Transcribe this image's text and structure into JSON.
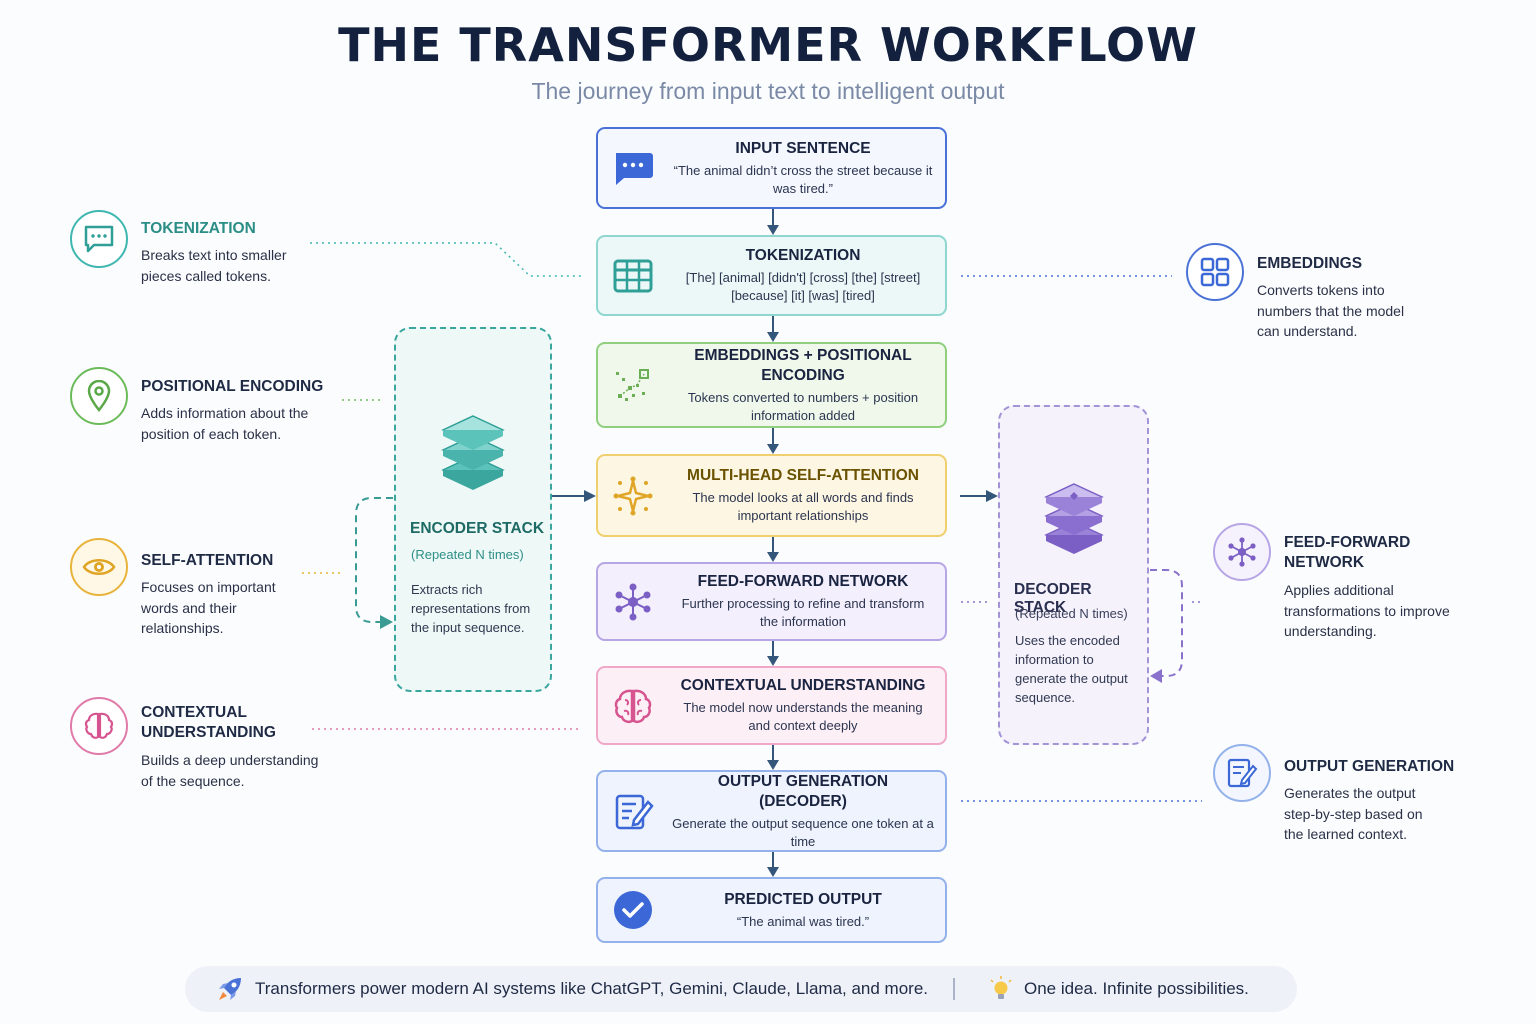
{
  "header": {
    "title": "THE TRANSFORMER WORKFLOW",
    "subtitle": "The journey from input text to intelligent output"
  },
  "colors": {
    "blue": "#4a72d6",
    "teal": "#3fb7b0",
    "green": "#6cbb5a",
    "yellow": "#e8b33a",
    "purple": "#8a72cc",
    "pink": "#e07aa8",
    "navy": "#13213f"
  },
  "steps": [
    {
      "title": "INPUT SENTENCE",
      "desc": "“The animal didn’t cross the street because it was tired.”",
      "icon": "chat-bubble-icon"
    },
    {
      "title": "TOKENIZATION",
      "desc": "[The] [animal] [didn't] [cross] [the] [street] [because] [it] [was] [tired]",
      "icon": "table-grid-icon"
    },
    {
      "title": "EMBEDDINGS + POSITIONAL ENCODING",
      "desc": "Tokens converted to numbers + position information added",
      "icon": "scatter-points-icon"
    },
    {
      "title": "MULTI-HEAD SELF-ATTENTION",
      "desc": "The model looks at all words and finds important relationships",
      "icon": "sparkle-network-icon"
    },
    {
      "title": "FEED-FORWARD NETWORK",
      "desc": "Further processing to refine and transform the information",
      "icon": "network-nodes-icon"
    },
    {
      "title": "CONTEXTUAL UNDERSTANDING",
      "desc": "The model now understands the meaning and context deeply",
      "icon": "brain-icon"
    },
    {
      "title": "OUTPUT GENERATION (DECODER)",
      "desc": "Generate the output sequence one token at a time",
      "icon": "edit-document-icon"
    },
    {
      "title": "PREDICTED OUTPUT",
      "desc": "“The animal was tired.”",
      "icon": "check-circle-icon"
    }
  ],
  "left_notes": [
    {
      "title": "TOKENIZATION",
      "desc": "Breaks text into smaller pieces called tokens.",
      "icon": "chat-bubble-icon"
    },
    {
      "title": "POSITIONAL ENCODING",
      "desc": "Adds information about the position of each token.",
      "icon": "location-pin-icon"
    },
    {
      "title": "SELF-ATTENTION",
      "desc": "Focuses on important words and their relationships.",
      "icon": "eye-icon"
    },
    {
      "title": "CONTEXTUAL UNDERSTANDING",
      "desc": "Builds a deep understanding of the sequence.",
      "icon": "brain-icon"
    }
  ],
  "right_notes": [
    {
      "title": "EMBEDDINGS",
      "desc": "Converts tokens into numbers that the model can understand.",
      "icon": "grid-squares-icon"
    },
    {
      "title": "FEED-FORWARD NETWORK",
      "desc": "Applies additional transformations to improve understanding.",
      "icon": "network-nodes-icon"
    },
    {
      "title": "OUTPUT GENERATION",
      "desc": "Generates the output step-by-step based on the learned context.",
      "icon": "edit-document-icon"
    }
  ],
  "encoder": {
    "title": "ENCODER STACK",
    "repeat": "(Repeated N times)",
    "desc": "Extracts rich representations from the input sequence.",
    "icon": "layers-stack-icon"
  },
  "decoder": {
    "title": "DECODER STACK",
    "repeat": "(Repeated N times)",
    "desc": "Uses the encoded information to generate the output sequence.",
    "icon": "layers-stack-icon"
  },
  "footer": {
    "text1": "Transformers power modern AI systems like ChatGPT, Gemini, Claude, Llama, and more.",
    "text2": "One idea. Infinite possibilities.",
    "icon1": "rocket-icon",
    "icon2": "lightbulb-icon"
  }
}
